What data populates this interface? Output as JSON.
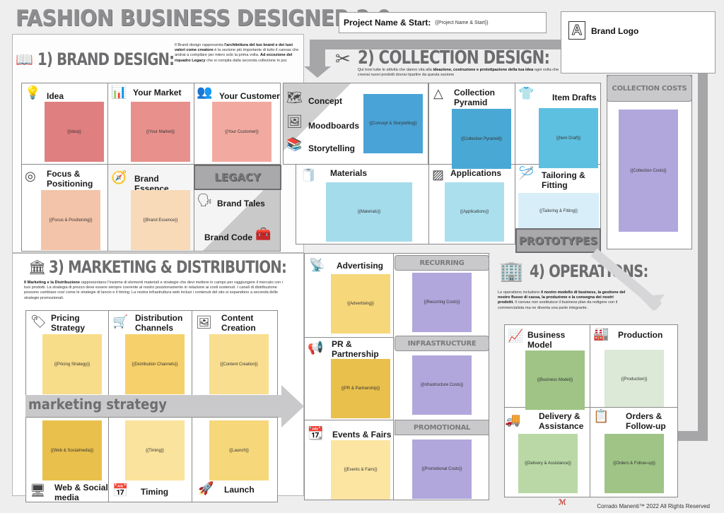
{
  "header": {
    "title": "FASHION BUSINESS DESIGNER 2.0",
    "project_label": "Project Name & Start:",
    "project_value": "{{Project Name & Start}}",
    "brand_logo_label": "Brand Logo"
  },
  "brand_design": {
    "title": "1) BRAND DESIGN:",
    "desc_pre": "Il Brand design rappresenta ",
    "desc_b1": "l'architettura del tuo brand e dei tuoi valori come creatore",
    "desc_mid": " è la sezione più importante di tutto il canvas che andrai a compilare per intero solo la prima volta. ",
    "desc_b2": "Ad eccezione del riquadro Legacy",
    "desc_post": " che si compila dalla seconda collezione in poi.",
    "cells": [
      {
        "label": "Idea",
        "value": "{{Idea}}",
        "color": "#e07f80"
      },
      {
        "label": "Your Market",
        "value": "{{Your Market}}",
        "color": "#e8918c"
      },
      {
        "label": "Your Customer",
        "value": "{{Your Customer}}",
        "color": "#f2aaa0"
      },
      {
        "label": "Focus & Positioning",
        "value": "{{Focus & Positioning}}",
        "color": "#f3c4a9"
      },
      {
        "label": "Brand Essence",
        "value": "{{Brand Essence}}",
        "color": "#f8d9b8"
      }
    ],
    "legacy_label": "LEGACY",
    "brand_tales": "Brand Tales",
    "brand_code": "Brand Code"
  },
  "collection_design": {
    "title": "2) COLLECTION DESIGN:",
    "desc_pre": "Qui trovi tutte le attività che danno vita alla ",
    "desc_b1": "ideazione, costruzione e prototipazione della tua idea",
    "desc_post": " ogni volta che creerai nuovi prodotti dovrai ripartire da questa sezione",
    "concept": "Concept",
    "moodboards": "Moodboards",
    "storytelling": "Storytelling",
    "concept_value": "{{Concept & Storytelling}}",
    "collection_pyramid": "Collection Pyramid",
    "collection_pyramid_value": "{{Collection Pyramid}}",
    "item_drafts": "Item Drafts",
    "item_drafts_value": "{{Item Draft}}",
    "materials": "Materials",
    "materials_value": "{{Materials}}",
    "applications": "Applications",
    "applications_value": "{{Applications}}",
    "tailoring": "Tailoring & Fitting",
    "tailoring_value": "{{Tailoring & Fitting}}",
    "prototypes_label": "PROTOTYPES",
    "collection_costs_label": "COLLECTION COSTS",
    "collection_costs_value": "{{Collection Costs}}"
  },
  "marketing": {
    "title": "3) MARKETING & DISTRIBUTION:",
    "desc_b1": "Il Marketing e la Distribuzione",
    "desc_post": " rappresentano l'insieme di elementi materiali e strategie che devi mettere in campo per raggiungere il mercato con i tuoi prodotti. La strategia di prezzo deve essere sempre coerente al nostro posizionamento in relazione ai costi sostenuti. I canali di distribuzione possono cambiare così come le strategie di lancio e il timing. La nostra infrastruttura web inclusi i contenuti del sito si espandono a seconda delle strategie promozionali.",
    "strategy_label": "marketing strategy",
    "cells": [
      {
        "label": "Pricing Strategy",
        "value": "{{Pricing Strategy}}"
      },
      {
        "label": "Distribution Channels",
        "value": "{{Distribution Channels}}"
      },
      {
        "label": "Content Creation",
        "value": "{{Content Creation}}"
      },
      {
        "label": "Web & Social media",
        "value": "{{Web & Socialmedia}}"
      },
      {
        "label": "Timing",
        "value": "{{Timing}}"
      },
      {
        "label": "Launch",
        "value": "{{Launch}}"
      }
    ],
    "promo": [
      {
        "label": "Advertising",
        "value": "{{Advertising}}"
      },
      {
        "label": "PR & Partnership",
        "value": "{{PR & Partnership}}"
      },
      {
        "label": "Events &  Fairs",
        "value": "{{Events & Fairs}}"
      }
    ],
    "costs": [
      {
        "label": "RECURRING",
        "value": "{{Recurring Costs}}"
      },
      {
        "label": "INFRASTRUCTURE",
        "value": "{{Infrastructure Costs}}"
      },
      {
        "label": "PROMOTIONAL",
        "value": "{{Promotional Costs}}"
      }
    ]
  },
  "operations": {
    "title": "4) OPERATIONS:",
    "desc_pre": "Le operations includono ",
    "desc_b1": "il nostro modello di business, la gestione del nostro flusso di cassa, la produzione e la consegna dei nostri prodotti.",
    "desc_post": " Il canvas non sostituisce il business plan da redigere con il commercialista ma ne diventa una parte integrante.",
    "cells": [
      {
        "label": "Business Model",
        "value": "{{Business Model}}"
      },
      {
        "label": "Production",
        "value": "{{Production}}"
      },
      {
        "label": "Delivery & Assistance",
        "value": "{{Delivery & Assistance}}"
      },
      {
        "label": "Orders & Follow-up",
        "value": "{{Orders & Follow-up}}"
      }
    ]
  },
  "footer": {
    "copyright": "Corrado Manenti™ 2022 All Rights Reserved"
  },
  "colors": {
    "brand_red": "#e07f80",
    "collection_blue": "#4aa3d6",
    "marketing_yellow": "#f6d77a",
    "cost_purple": "#b1a7dc",
    "ops_green": "#9fc486"
  }
}
